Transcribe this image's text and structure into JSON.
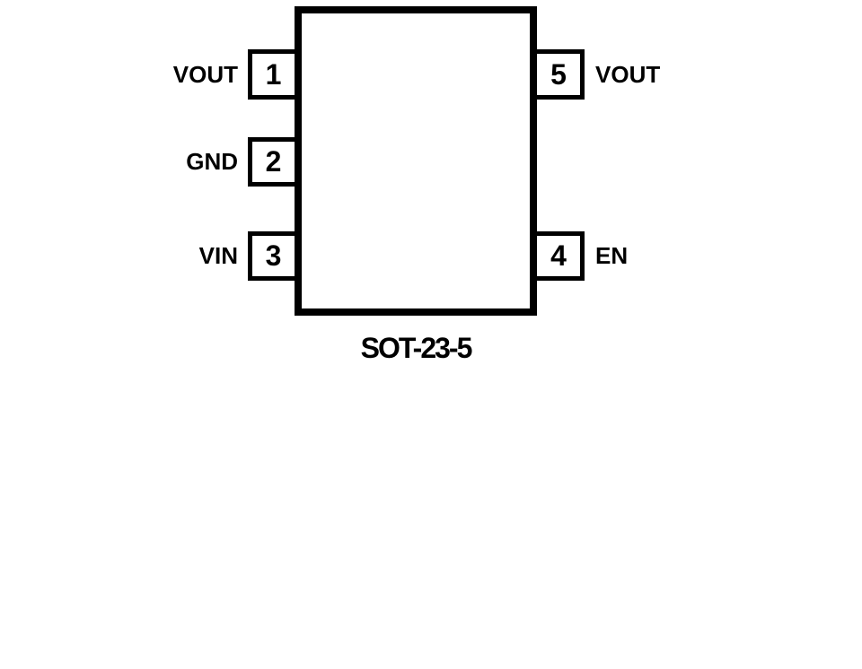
{
  "diagram": {
    "package_label": "SOT-23-5",
    "pins": [
      {
        "number": "1",
        "name": "VOUT",
        "side": "left"
      },
      {
        "number": "2",
        "name": "GND",
        "side": "left"
      },
      {
        "number": "3",
        "name": "VIN",
        "side": "left"
      },
      {
        "number": "4",
        "name": "EN",
        "side": "right"
      },
      {
        "number": "5",
        "name": "VOUT",
        "side": "right"
      }
    ],
    "colors": {
      "line": "#000000",
      "background": "#ffffff"
    }
  }
}
